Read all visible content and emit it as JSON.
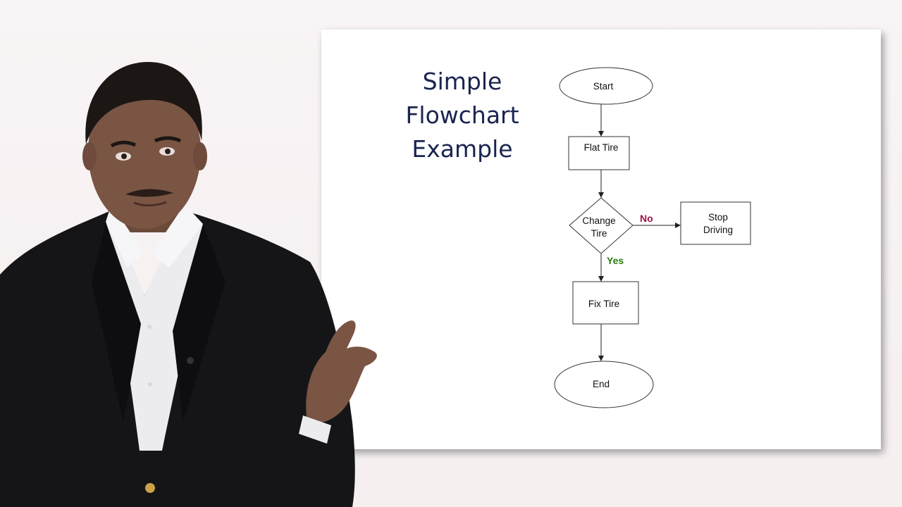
{
  "slide": {
    "title_lines": [
      "Simple",
      "Flowchart",
      "Example"
    ]
  },
  "flowchart": {
    "nodes": {
      "start": "Start",
      "flat_tire": "Flat Tire",
      "change_tire": [
        "Change",
        "Tire"
      ],
      "stop_driving": [
        "Stop",
        "Driving"
      ],
      "fix_tire": "Fix Tire",
      "end": "End"
    },
    "edges": {
      "no_label": "No",
      "yes_label": "Yes"
    },
    "colors": {
      "no": "#a0104a",
      "yes": "#2a7a12",
      "title": "#1a2450"
    }
  }
}
